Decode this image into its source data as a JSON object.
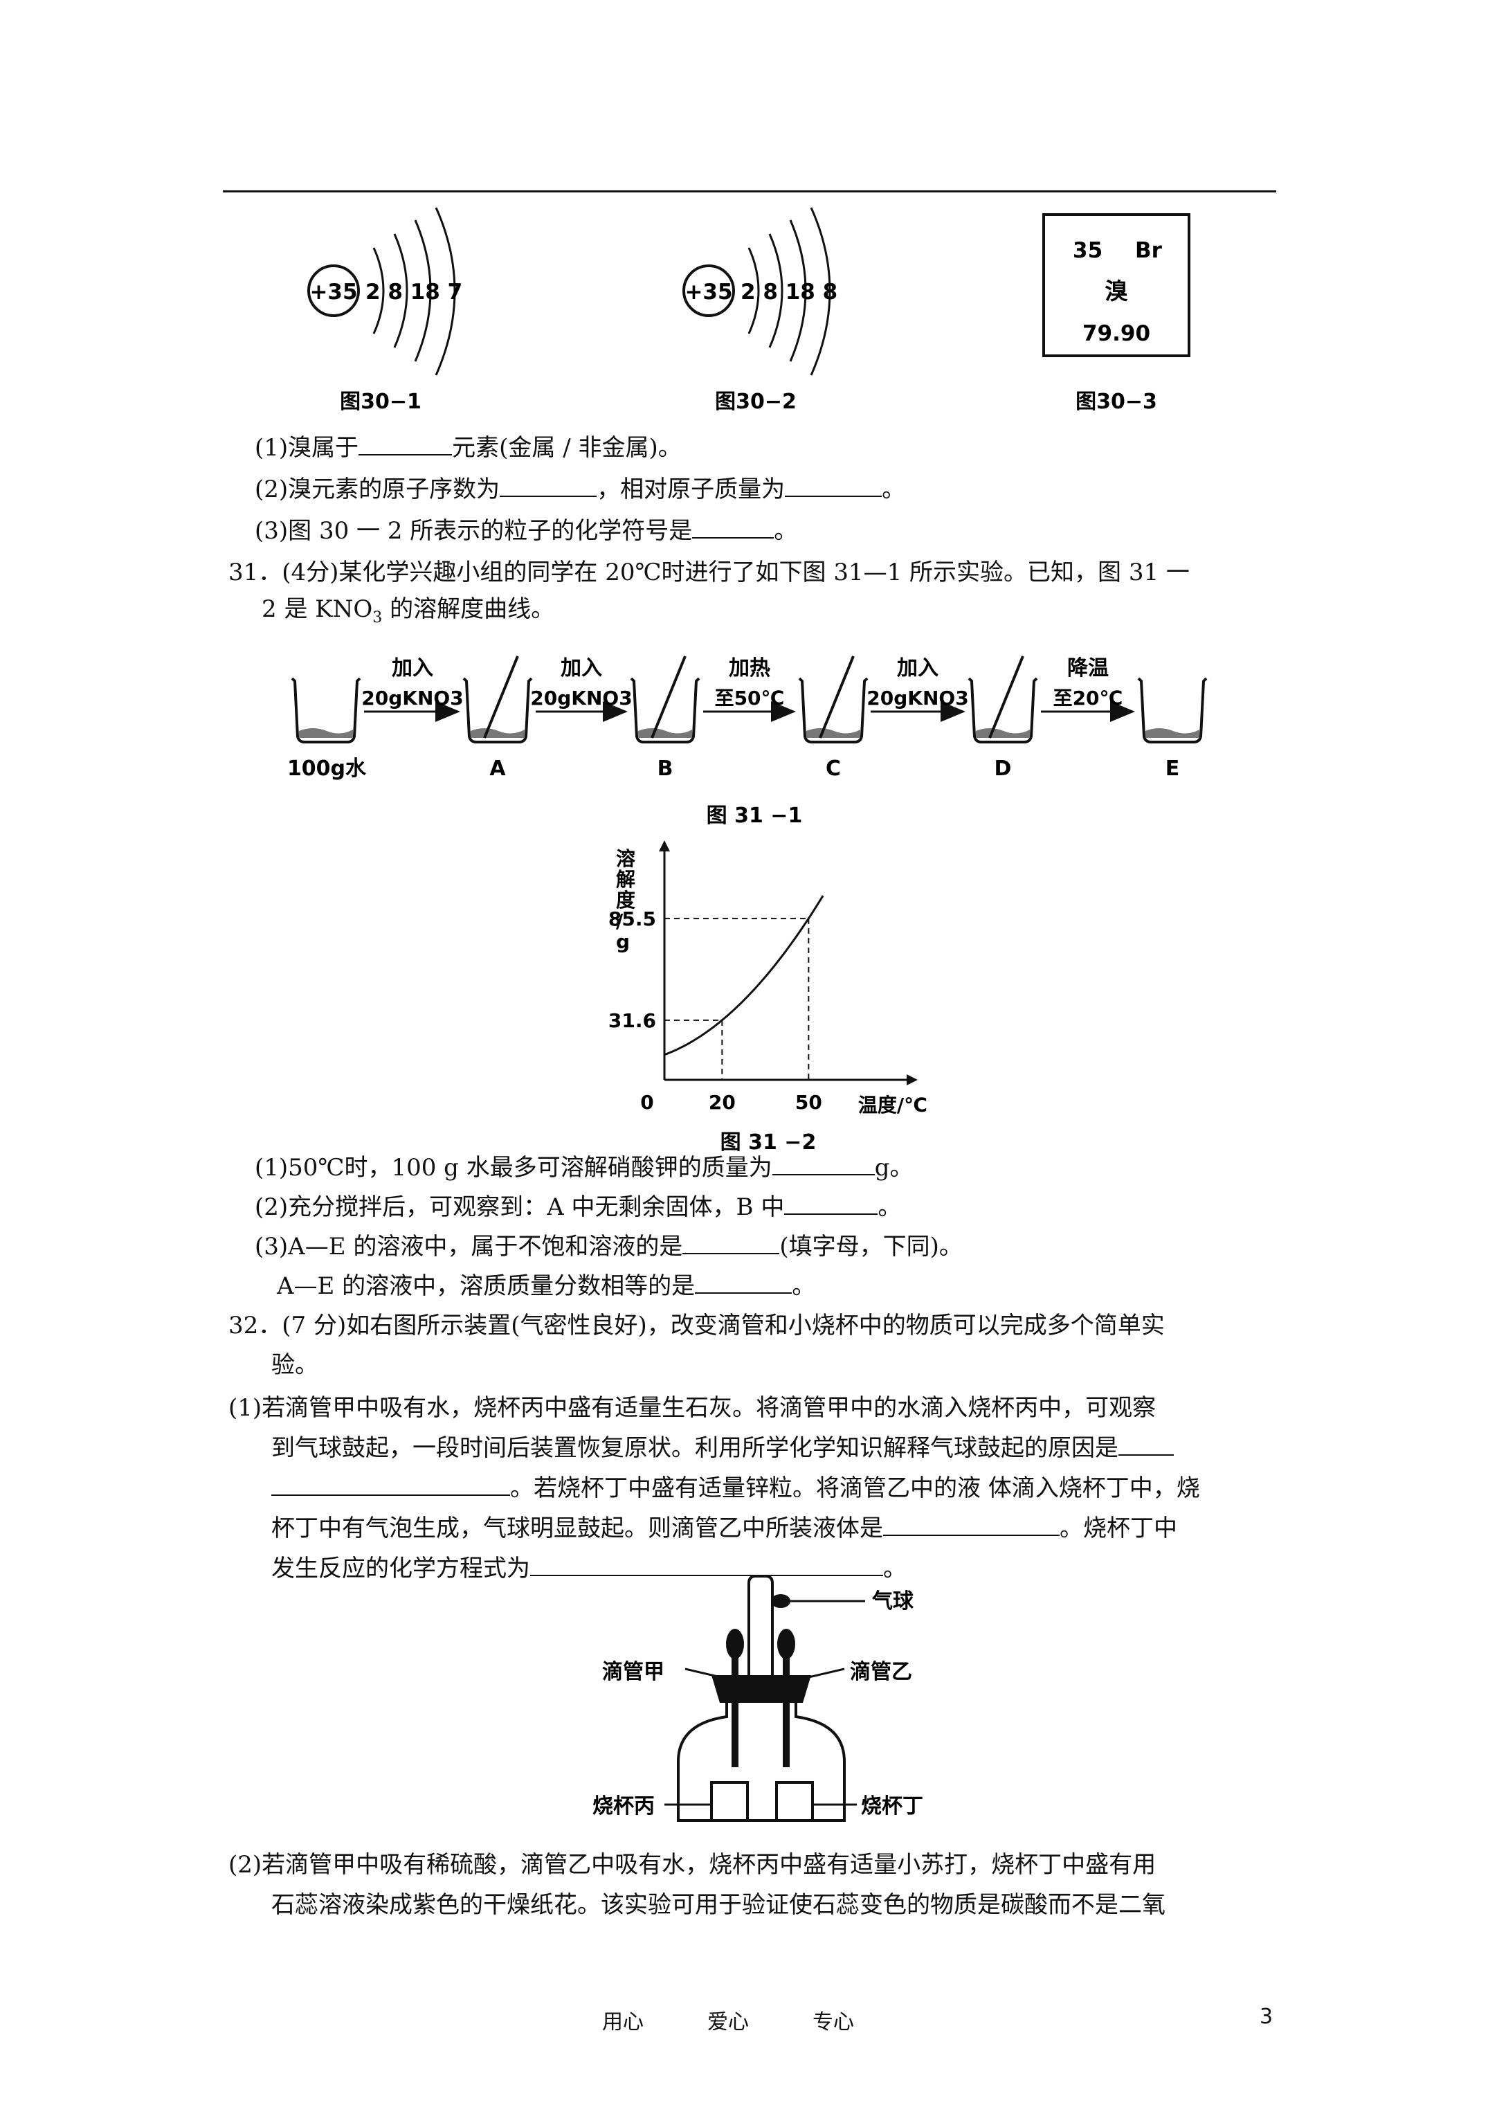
{
  "figure30": {
    "atom1": {
      "nucleus": "+35",
      "shells": "2 8 18 7",
      "caption": "图30−1"
    },
    "atom2": {
      "nucleus": "+35",
      "shells": "2 8 18 8",
      "caption": "图30−2"
    },
    "element_card": {
      "number": "35",
      "symbol": "Br",
      "name": "溴",
      "mass": "79.90",
      "caption": "图30−3"
    }
  },
  "q30": {
    "p1": {
      "pre": "(1)溴属于",
      "post": "元素(金属 / 非金属)。"
    },
    "p2": {
      "pre": "(2)溴元素的原子序数为",
      "mid": "，相对原子质量为",
      "post": "。"
    },
    "p3": {
      "pre": "(3)图 30 一 2 所表示的粒子的化学符号是",
      "post": "。"
    }
  },
  "q31": {
    "intro1": "31．(4分)某化学兴趣小组的同学在 20℃时进行了如下图 31—1 所示实验。已知，图 31 一",
    "intro2_pre": "2 是 KNO",
    "intro2_sub": "3",
    "intro2_post": " 的溶解度曲线。",
    "flow": {
      "start_label": "100g水",
      "steps": [
        {
          "top": "加入",
          "bottom": "20gKNO3"
        },
        {
          "top": "加入",
          "bottom": "20gKNO3"
        },
        {
          "top": "加热",
          "bottom": "至50℃"
        },
        {
          "top": "加入",
          "bottom": "20gKNO3"
        },
        {
          "top": "降温",
          "bottom": "至20℃"
        }
      ],
      "beaker_labels": [
        "A",
        "B",
        "C",
        "D",
        "E"
      ],
      "caption": "图 31 −1"
    },
    "p1": {
      "pre": "(1)50℃时，100 g 水最多可溶解硝酸钾的质量为",
      "post": "g。"
    },
    "p2": {
      "pre": "(2)充分搅拌后，可观察到：A 中无剩余固体，B 中",
      "post": "。"
    },
    "p3": {
      "pre": "(3)A—E 的溶液中，属于不饱和溶液的是",
      "post": "(填字母，下同)。"
    },
    "p4": {
      "pre": "A—E 的溶液中，溶质质量分数相等的是",
      "post": "。"
    }
  },
  "chart_data": {
    "type": "line",
    "title": "图 31 −2",
    "xlabel": "温度/℃",
    "ylabel": "溶解度/g",
    "x_ticks": [
      "0",
      "20",
      "50"
    ],
    "y_ticks": [
      "31.6",
      "85.5"
    ],
    "series": [
      {
        "x": [
          0,
          20,
          50
        ],
        "y": [
          13.3,
          31.6,
          85.5
        ]
      }
    ],
    "xlim": [
      0,
      72
    ],
    "ylim": [
      0,
      110
    ],
    "grid": false
  },
  "q32": {
    "intro1": "32．(7 分)如右图所示装置(气密性良好)，改变滴管和小烧杯中的物质可以完成多个简单实",
    "intro2": "验。",
    "p1_l1": "(1)若滴管甲中吸有水，烧杯丙中盛有适量生石灰。将滴管甲中的水滴入烧杯丙中，可观察",
    "p1_l2": "到气球鼓起，一段时间后装置恢复原状。利用所学化学知识解释气球鼓起的原因是",
    "p1_l3_post": "。若烧杯丁中盛有适量锌粒。将滴管乙中的液 体滴入烧杯丁中，烧",
    "p1_l4_pre": "杯丁中有气泡生成，气球明显鼓起。则滴管乙中所装液体是",
    "p1_l4_post": "。烧杯丁中",
    "p1_l5_pre": "发生反应的化学方程式为",
    "p1_l5_post": "。",
    "apparatus": {
      "balloon": "气球",
      "dropper_a": "滴管甲",
      "dropper_b": "滴管乙",
      "beaker_c": "烧杯丙",
      "beaker_d": "烧杯丁"
    },
    "p2_l1": "(2)若滴管甲中吸有稀硫酸，滴管乙中吸有水，烧杯丙中盛有适量小苏打，烧杯丁中盛有用",
    "p2_l2": "石蕊溶液染成紫色的干燥纸花。该实验可用于验证使石蕊变色的物质是碳酸而不是二氧"
  },
  "footer": {
    "motto": [
      "用心",
      "爱心",
      "专心"
    ],
    "page_number": "3"
  }
}
